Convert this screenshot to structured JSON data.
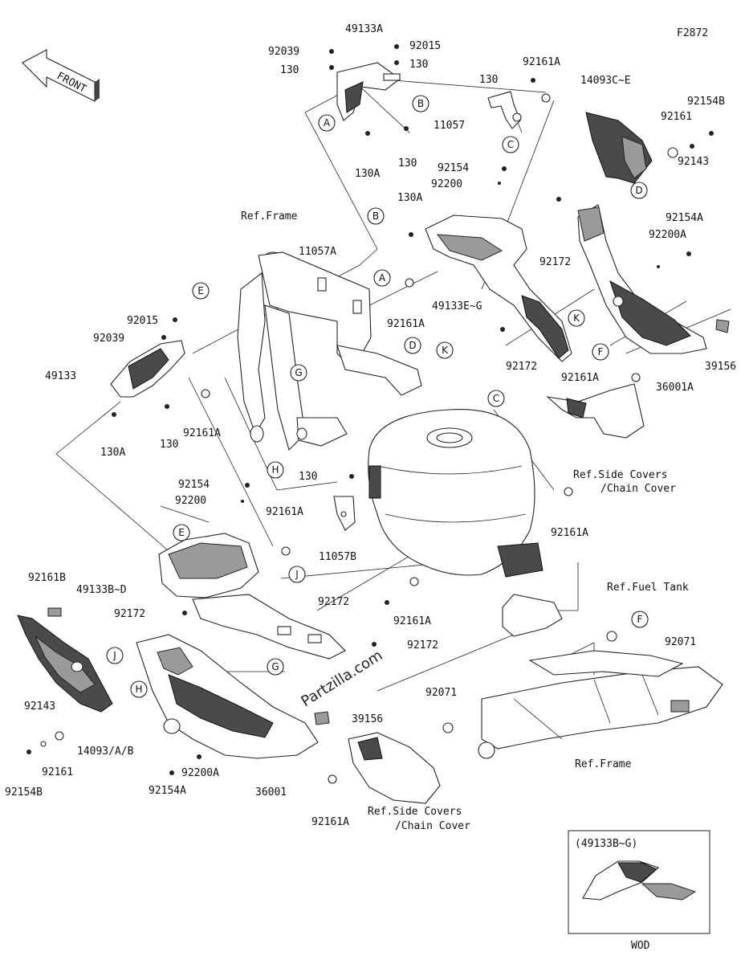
{
  "figure_code": "F2872",
  "front_label": "FRONT",
  "watermark": "Partzilla.com",
  "inset": {
    "title": "(49133B~G)",
    "code": "WOD"
  },
  "refs": {
    "frame_top": "Ref.Frame",
    "frame_bottom": "Ref.Frame",
    "side_covers_1a": "Ref.Side Covers",
    "side_covers_1b": "/Chain Cover",
    "side_covers_2a": "Ref.Side Covers",
    "side_covers_2b": "/Chain Cover",
    "fuel_tank": "Ref.Fuel Tank"
  },
  "letters": {
    "A1": "A",
    "B1": "B",
    "C1": "C",
    "D1": "D",
    "B2": "B",
    "A2": "A",
    "D2": "D",
    "K1": "K",
    "K2": "K",
    "E1": "E",
    "G1": "G",
    "H1": "H",
    "F1": "F",
    "C2": "C",
    "E2": "E",
    "J1": "J",
    "J2": "J",
    "G2": "G",
    "H2": "H",
    "F2": "F"
  },
  "parts": {
    "p49133A": "49133A",
    "p92015a": "92015",
    "p92039a": "92039",
    "p130a": "130",
    "p130b": "130",
    "p130A_a": "130A",
    "p130_c": "130",
    "p92161A_a": "92161A",
    "p130_d": "130",
    "p11057": "11057",
    "p14093CE": "14093C~E",
    "p92154B_a": "92154B",
    "p92161_a": "92161",
    "p92143_a": "92143",
    "p92154_a": "92154",
    "p92200_a": "92200",
    "p130A_b": "130A",
    "p11057A": "11057A",
    "p92172_a": "92172",
    "p92154A_a": "92154A",
    "p92200A_a": "92200A",
    "p49133EG": "49133E~G",
    "p92161A_b": "92161A",
    "p92172_b": "92172",
    "p92161A_c": "92161A",
    "p36001A": "36001A",
    "p39156_a": "39156",
    "p92015b": "92015",
    "p92039b": "92039",
    "p49133": "49133",
    "p130A_c": "130A",
    "p130_e": "130",
    "p92161A_d": "92161A",
    "p92154_b": "92154",
    "p92200_b": "92200",
    "p92161A_e": "92161A",
    "p130_f": "130",
    "p11057B": "11057B",
    "p92161A_f": "92161A",
    "p49133BD": "49133B~D",
    "p92161B": "92161B",
    "p92172_c": "92172",
    "p92172_d": "92172",
    "p92161A_g": "92161A",
    "p92172_e": "92172",
    "p92071_a": "92071",
    "p92143_b": "92143",
    "p14093AB": "14093/A/B",
    "p92161_b": "92161",
    "p92154B_b": "92154B",
    "p39156_b": "39156",
    "p92071_b": "92071",
    "p92200A_b": "92200A",
    "p92154A_b": "92154A",
    "p36001": "36001",
    "p92161A_h": "92161A"
  }
}
